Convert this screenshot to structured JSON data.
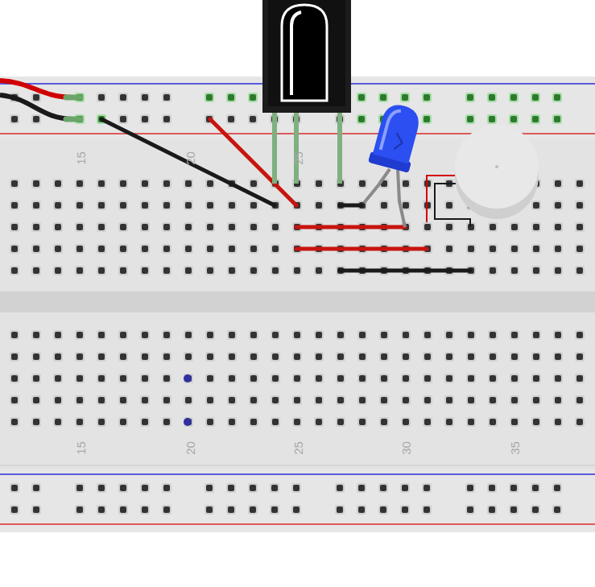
{
  "diagram": {
    "labels": [
      "15",
      "20",
      "25",
      "15",
      "20",
      "25",
      "30",
      "35"
    ]
  }
}
